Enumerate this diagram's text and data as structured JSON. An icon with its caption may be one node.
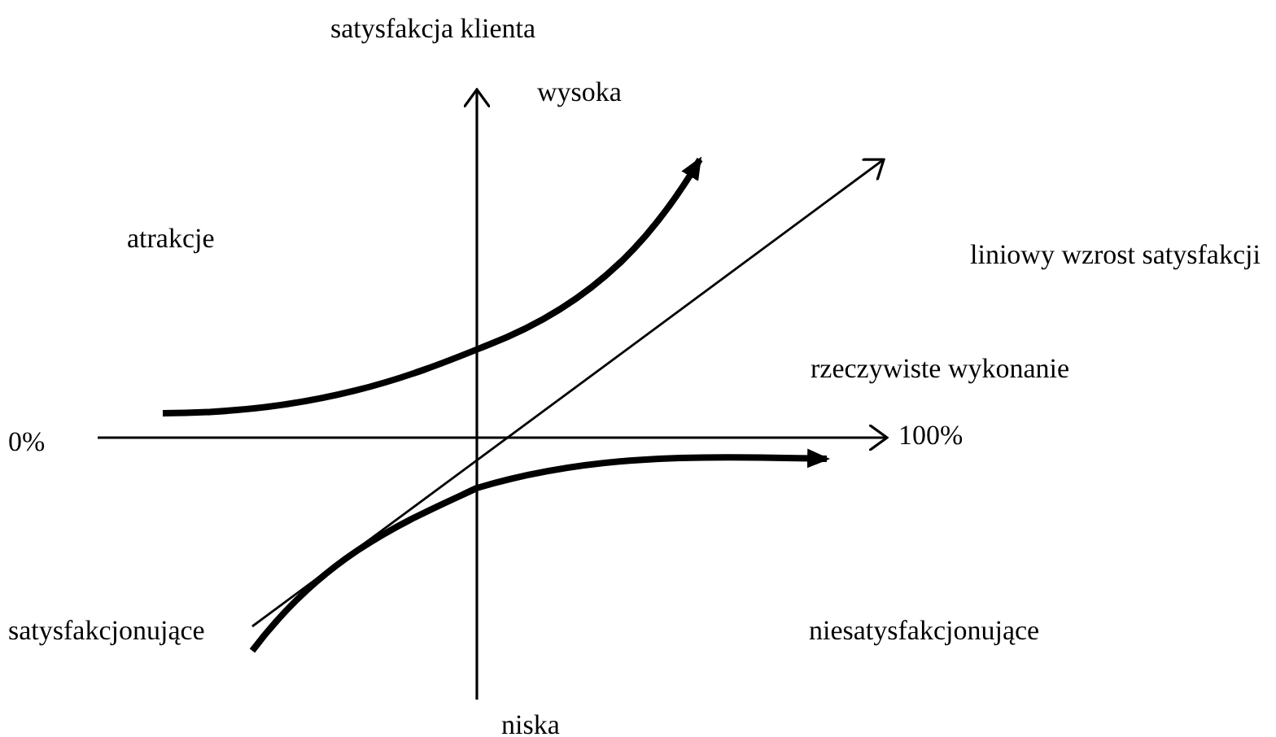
{
  "diagram": {
    "labels": [
      "satysfakcja klienta",
      "wysoka",
      "atrakcje",
      "liniowy wzrost satysfakcji",
      "rzeczywiste wykonanie",
      "0%",
      "100%",
      "satysfakcjonujące",
      "niesatysfakcjonujące",
      "niska"
    ]
  }
}
